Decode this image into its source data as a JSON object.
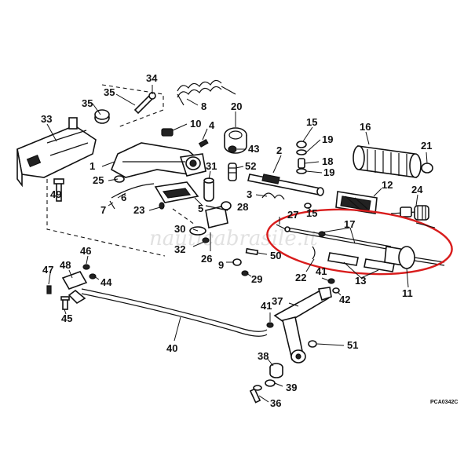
{
  "diagram": {
    "watermark": "nauticabrasile.it",
    "figure_code": "PCA0342C",
    "highlight_color": "#d91c1c",
    "highlighted_parts": [
      "17",
      "27",
      "22",
      "13",
      "11"
    ],
    "callouts": {
      "n1": "1",
      "n2": "2",
      "n3": "3",
      "n4": "4",
      "n5": "5",
      "n6": "6",
      "n7": "7",
      "n8": "8",
      "n9": "9",
      "n10": "10",
      "n11": "11",
      "n12": "12",
      "n13": "13",
      "n15a": "15",
      "n15b": "15",
      "n16": "16",
      "n17": "17",
      "n18": "18",
      "n19a": "19",
      "n19b": "19",
      "n20": "20",
      "n21": "21",
      "n22": "22",
      "n23": "23",
      "n24": "24",
      "n25": "25",
      "n26": "26",
      "n27": "27",
      "n28": "28",
      "n29": "29",
      "n30": "30",
      "n31": "31",
      "n32": "32",
      "n33": "33",
      "n34": "34",
      "n35": "35",
      "n36": "36",
      "n37": "37",
      "n38": "38",
      "n39": "39",
      "n40": "40",
      "n41a": "41",
      "n41b": "41",
      "n42": "42",
      "n43": "43",
      "n44": "44",
      "n45": "45",
      "n46": "46",
      "n47": "47",
      "n48": "48",
      "n49": "49",
      "n50": "50",
      "n51": "51",
      "n52": "52"
    }
  }
}
